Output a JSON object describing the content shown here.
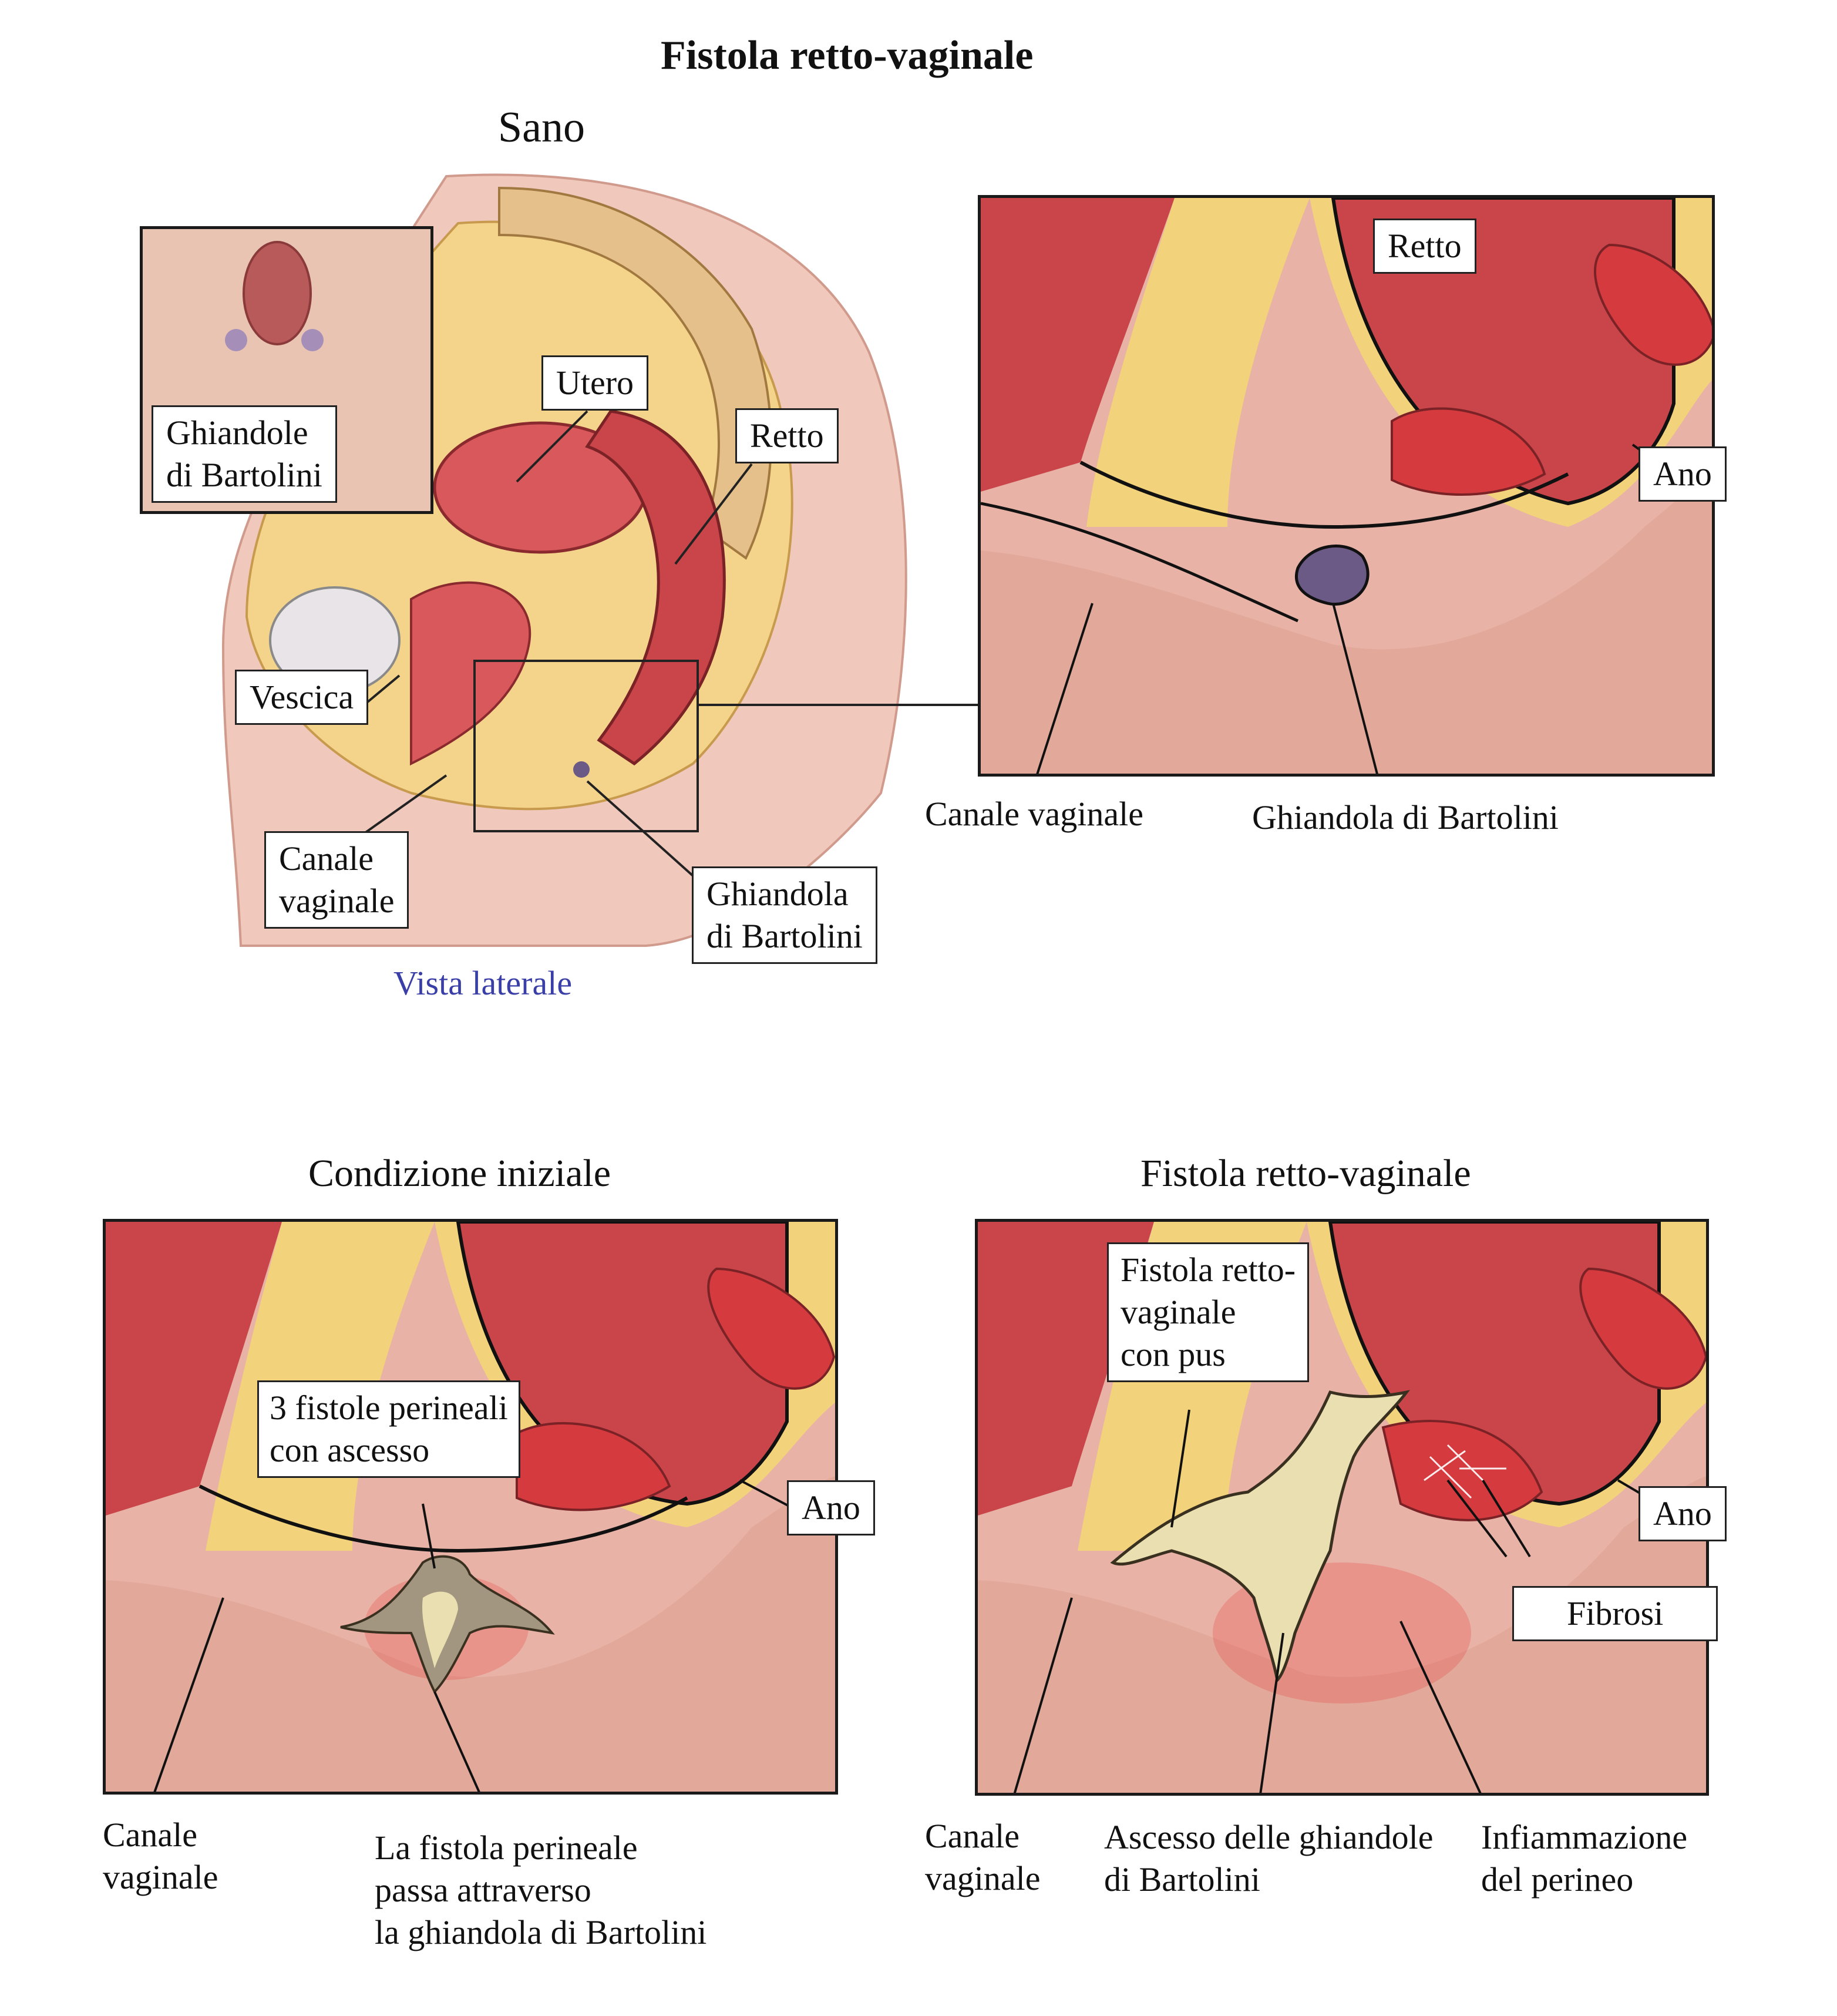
{
  "title": "Fistola retto-vaginale",
  "healthy": {
    "heading": "Sano",
    "caption": "Vista laterale",
    "inset_label": [
      "Ghiandole",
      "di Bartolini"
    ],
    "labels": {
      "utero": "Utero",
      "retto": "Retto",
      "vescica": "Vescica",
      "canale": [
        "Canale",
        "vaginale"
      ],
      "ghiandola": [
        "Ghiandola",
        "di Bartolini"
      ]
    },
    "zoom": {
      "retto": "Retto",
      "ano": "Ano",
      "canale": "Canale vaginale",
      "ghiandola": "Ghiandola di Bartolini"
    }
  },
  "initial": {
    "heading": "Condizione iniziale",
    "box": [
      "3 fistole perineali",
      "con ascesso"
    ],
    "ano": "Ano",
    "canale": [
      "Canale",
      "vaginale"
    ],
    "passage": [
      "La fistola perineale",
      "passa attraverso",
      "la ghiandola di Bartolini"
    ]
  },
  "fistula": {
    "heading": "Fistola retto-vaginale",
    "box": [
      "Fistola retto-",
      "vaginale",
      "con pus"
    ],
    "ano": "Ano",
    "fibrosi": "Fibrosi",
    "canale": [
      "Canale",
      "vaginale"
    ],
    "ascesso": [
      "Ascesso delle ghiandole",
      "di Bartolini"
    ],
    "infiammazione": [
      "Infiammazione",
      "del perineo"
    ]
  },
  "colors": {
    "skin": "#e8b3a6",
    "muscle": "#c9454a",
    "fat": "#f2d27a",
    "gland": "#6b5a86",
    "pus": "#e9dfb0",
    "inflammation": "#e8383a"
  }
}
